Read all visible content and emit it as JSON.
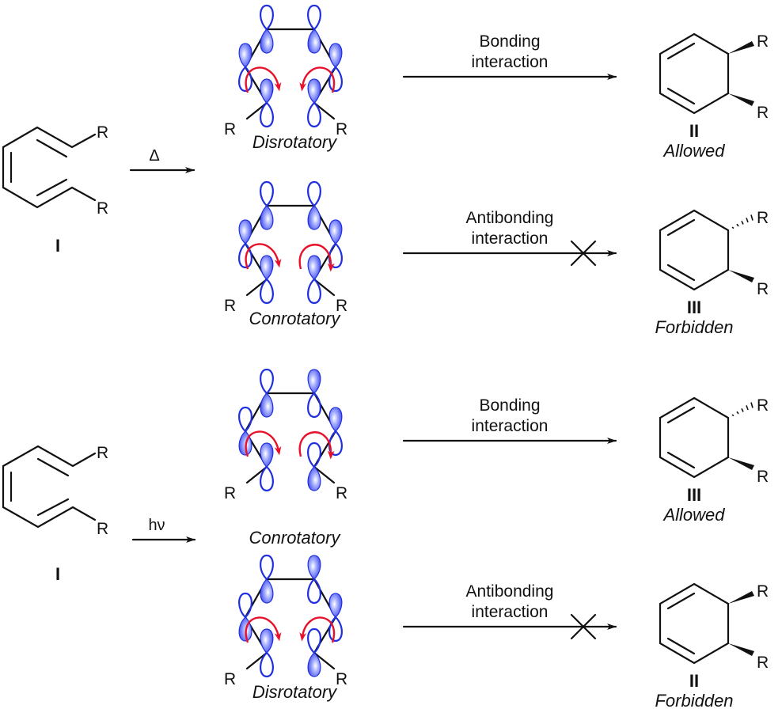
{
  "title": "Electrocyclic ring closure of substituted hexatriene: thermal vs photochemical",
  "colors": {
    "orbital": "#1f2fe0",
    "rotation_arrow": "#e8102a",
    "bond": "#111111"
  },
  "reactions": [
    {
      "reactant_label": "I",
      "substituent": "R",
      "condition": "Δ",
      "pathways": [
        {
          "mode": "Disrotatory",
          "interaction": [
            "Bonding",
            "interaction"
          ],
          "blocked": false,
          "product_label": "II",
          "stereo": "cis",
          "verdict": "Allowed",
          "lobes": [
            "ff",
            "ff",
            "oo",
            "oo"
          ],
          "rotation": "dis"
        },
        {
          "mode": "Conrotatory",
          "interaction": [
            "Antibonding",
            "interaction"
          ],
          "blocked": true,
          "product_label": "III",
          "stereo": "trans",
          "verdict": "Forbidden",
          "lobes": [
            "ff",
            "ff",
            "oo",
            "oo"
          ],
          "rotation": "con"
        }
      ]
    },
    {
      "reactant_label": "I",
      "substituent": "R",
      "condition": "hν",
      "pathways": [
        {
          "mode": "Conrotatory",
          "interaction": [
            "Bonding",
            "interaction"
          ],
          "blocked": false,
          "product_label": "III",
          "stereo": "trans",
          "verdict": "Allowed",
          "lobes": [
            "of",
            "fo",
            "of",
            "fo"
          ],
          "rotation": "con"
        },
        {
          "mode": "Disrotatory",
          "interaction": [
            "Antibonding",
            "interaction"
          ],
          "blocked": true,
          "product_label": "II",
          "stereo": "cis",
          "verdict": "Forbidden",
          "lobes": [
            "of",
            "fo",
            "of",
            "fo"
          ],
          "rotation": "dis"
        }
      ]
    }
  ]
}
